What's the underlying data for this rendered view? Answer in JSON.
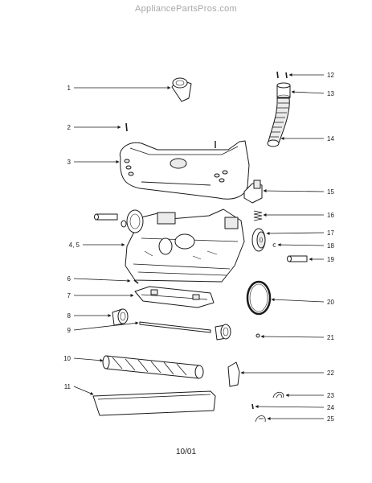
{
  "watermark": "AppliancePartsPros.com",
  "footer_code": "10/01",
  "callouts": {
    "c1": "1",
    "c2": "2",
    "c3": "3",
    "c45": "4, 5",
    "c6": "6",
    "c7": "7",
    "c8": "8",
    "c9": "9",
    "c10": "10",
    "c11": "11",
    "c12": "12",
    "c13": "13",
    "c14": "14",
    "c15": "15",
    "c16": "16",
    "c17": "17",
    "c18": "18",
    "c19": "19",
    "c20": "20",
    "c21": "21",
    "c22": "22",
    "c23": "23",
    "c24": "24",
    "c25": "25"
  }
}
